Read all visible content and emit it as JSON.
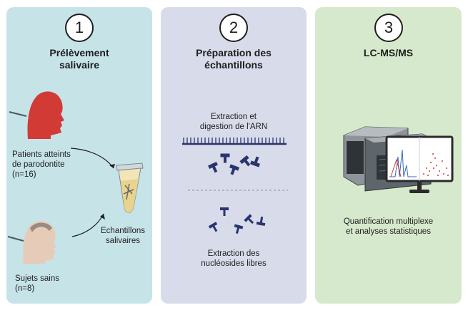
{
  "steps": [
    {
      "number": "1",
      "title": "Prélèvement\nsalivaire"
    },
    {
      "number": "2",
      "title": "Préparation des\néchantillons"
    },
    {
      "number": "3",
      "title": "LC-MS/MS"
    }
  ],
  "panel1": {
    "patients_label": "Patients atteints\nde parodontite\n(n=16)",
    "healthy_label": "Sujets sains\n(n=8)",
    "samples_label": "Echantillons\nsalivaires"
  },
  "panel2": {
    "extraction_digestion_label": "Extraction et\ndigestion de l'ARN",
    "free_nucleosides_label": "Extraction des\nnucléosides libres"
  },
  "panel3": {
    "analysis_label": "Quantification multiplexe\net analyses statistiques"
  },
  "colors": {
    "panel1_bg": "#c6e3e8",
    "panel2_bg": "#d8dbe9",
    "panel3_bg": "#d7e9cc",
    "patient_head": "#d23a35",
    "healthy_head": "#e6ccb8",
    "nucleoside": "#2a356e"
  },
  "icons": [
    "patient-head-icon",
    "healthy-head-icon",
    "sample-tube-icon",
    "rna-strand-icon",
    "nucleoside-icon",
    "mass-spectrometer-icon",
    "monitor-icon"
  ]
}
